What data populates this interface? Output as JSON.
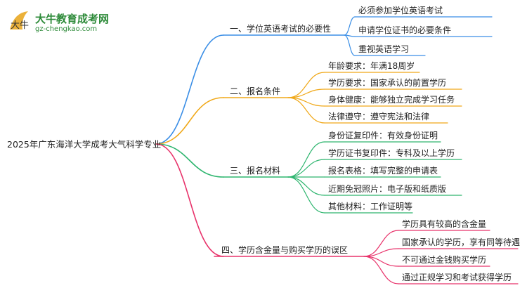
{
  "logo": {
    "name_cn": "大牛教育成考网",
    "domain": "gz-chengkao.com",
    "mark_text": "大牛"
  },
  "colors": {
    "branch1": "#3a8ee6",
    "branch2": "#f0a818",
    "branch3": "#2db56e",
    "branch4": "#e8336b",
    "logo_green": "#2e8b3a"
  },
  "root": "2025年广东海洋大学成考大气科学专业",
  "branches": [
    {
      "label": "一、学位英语考试的必要性",
      "children": [
        "必须参加学位英语考试",
        "申请学位证书的必要条件",
        "重视英语学习"
      ]
    },
    {
      "label": "二、报名条件",
      "children": [
        "年龄要求：年满18周岁",
        "学历要求：国家承认的前置学历",
        "身体健康：能够独立完成学习任务",
        "法律遵守：遵守宪法和法律"
      ]
    },
    {
      "label": "三、报名材料",
      "children": [
        "身份证复印件：有效身份证明",
        "学历证书复印件：专科及以上学历",
        "报名表格：填写完整的申请表",
        "近期免冠照片：电子版和纸质版",
        "其他材料：工作证明等"
      ]
    },
    {
      "label": "四、学历含金量与购买学历的误区",
      "children": [
        "学历具有较高的含金量",
        "国家承认的学历，享有同等待遇",
        "不可通过金钱购买学历",
        "通过正规学习和考试获得学历"
      ]
    }
  ]
}
